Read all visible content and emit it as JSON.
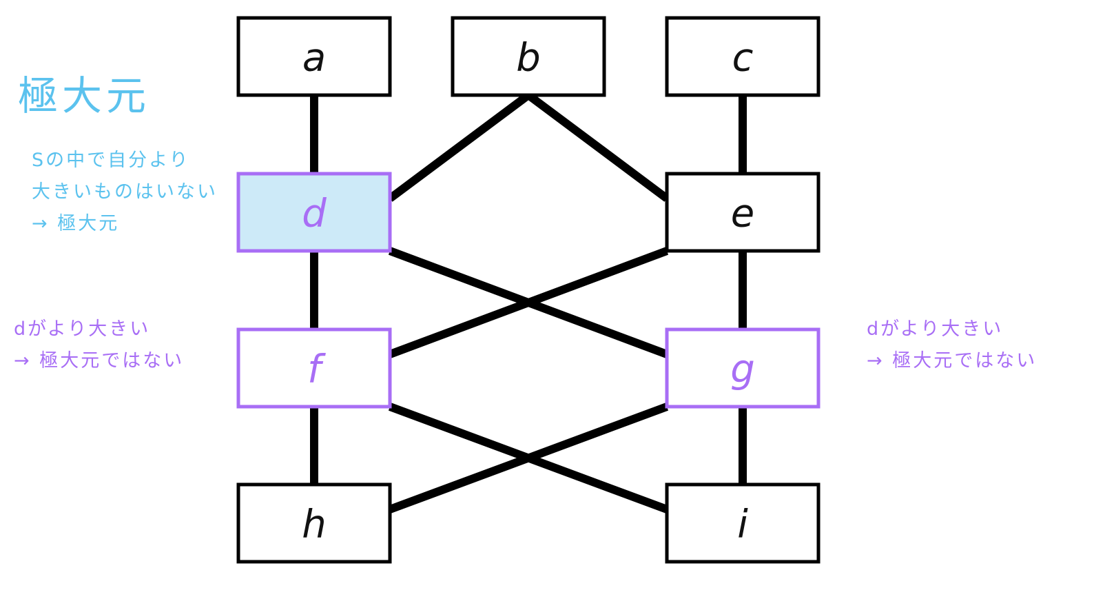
{
  "colors": {
    "maximal_text": "#5bc2ee",
    "maximal_fill": "#cdeaf8",
    "highlight": "#a86ef5",
    "line": "#000000"
  },
  "title": "極大元",
  "notes": {
    "d": [
      "Sの中で自分より",
      "大きいものはいない",
      "→ 極大元"
    ],
    "f": [
      "dがより大きい",
      "→ 極大元ではない"
    ],
    "g": [
      "dがより大きい",
      "→ 極大元ではない"
    ]
  },
  "nodes": [
    {
      "id": "a",
      "label": "a",
      "state": "normal"
    },
    {
      "id": "b",
      "label": "b",
      "state": "normal"
    },
    {
      "id": "c",
      "label": "c",
      "state": "normal"
    },
    {
      "id": "d",
      "label": "d",
      "state": "maximal"
    },
    {
      "id": "e",
      "label": "e",
      "state": "normal"
    },
    {
      "id": "f",
      "label": "f",
      "state": "not-maximal"
    },
    {
      "id": "g",
      "label": "g",
      "state": "not-maximal"
    },
    {
      "id": "h",
      "label": "h",
      "state": "normal"
    },
    {
      "id": "i",
      "label": "i",
      "state": "normal"
    }
  ],
  "edges": [
    [
      "a",
      "d"
    ],
    [
      "b",
      "d"
    ],
    [
      "b",
      "e"
    ],
    [
      "c",
      "e"
    ],
    [
      "d",
      "f"
    ],
    [
      "d",
      "g"
    ],
    [
      "e",
      "f"
    ],
    [
      "e",
      "g"
    ],
    [
      "f",
      "h"
    ],
    [
      "f",
      "i"
    ],
    [
      "g",
      "h"
    ],
    [
      "g",
      "i"
    ]
  ]
}
